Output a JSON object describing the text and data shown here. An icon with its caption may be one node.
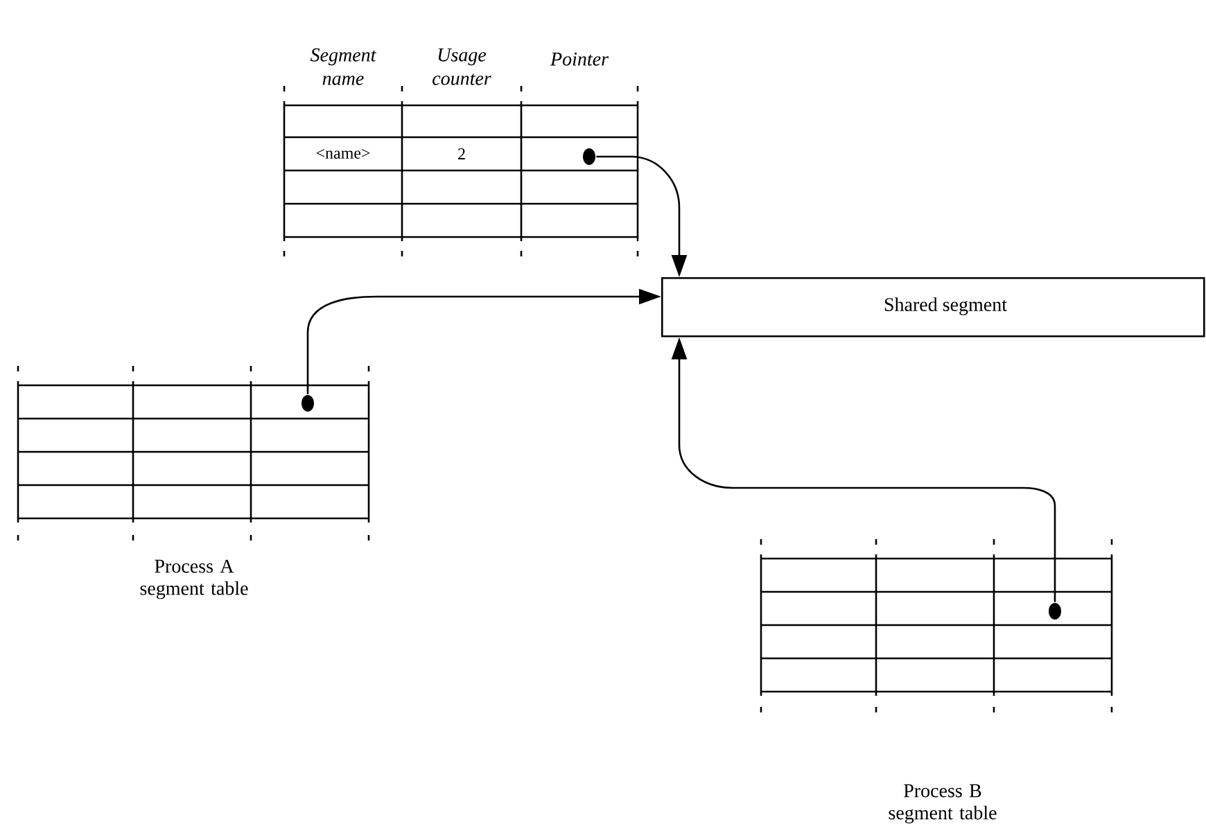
{
  "diagram": {
    "nodes": [
      {
        "text": [
          "Segment name",
          "Usage counter",
          "Pointer",
          "<name>",
          "2"
        ]
      },
      {
        "text": [],
        "shape": "circle",
        "in": 0
      },
      {
        "text": [
          "Shared segment"
        ]
      },
      {
        "text": [],
        "shape": "table",
        "beside": [
          "Process A segment table"
        ]
      },
      {
        "text": [],
        "shape": "circle",
        "in": 3
      },
      {
        "text": [],
        "shape": "table",
        "beside": [
          "Process B segment table"
        ]
      },
      {
        "text": [],
        "shape": "circle",
        "in": 5
      }
    ],
    "edges": [
      {
        "from": 1,
        "to": 2,
        "arrow": "to"
      },
      {
        "from": 4,
        "to": 2,
        "arrow": "to"
      },
      {
        "from": 6,
        "to": 2,
        "arrow": "to"
      }
    ]
  }
}
